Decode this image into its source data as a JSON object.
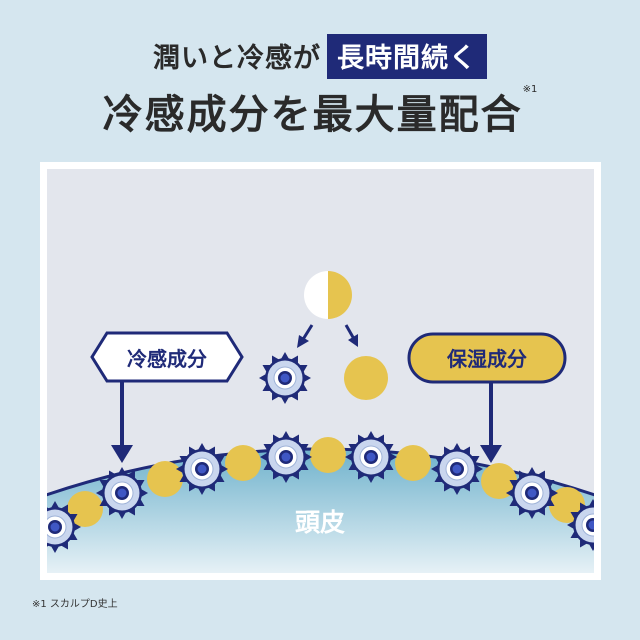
{
  "headline": {
    "line1_prefix": "潤いと冷感が",
    "line1_highlight": "長時間続く",
    "line2": "冷感成分を最大量配合",
    "footnote_mark": "※1"
  },
  "diagram": {
    "left_label": "冷感成分",
    "right_label": "保湿成分",
    "scalp_label": "頭皮"
  },
  "footnote": "※1 スカルプD史上",
  "colors": {
    "navy": "#1f2a78",
    "yellow": "#e6c44f",
    "background": "#d5e6ef",
    "panel": "#e3e6ed"
  }
}
